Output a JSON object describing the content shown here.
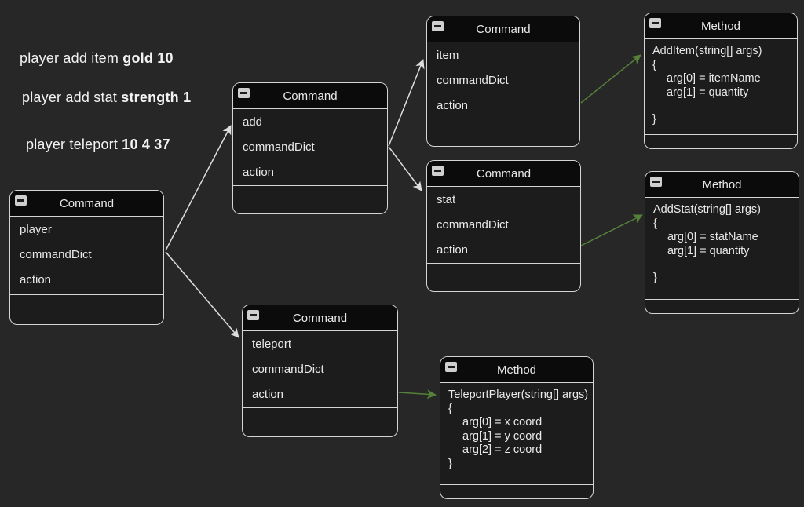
{
  "canvas": {
    "background": "#272727"
  },
  "colors": {
    "page_background": "#272727",
    "node_header": "#0b0b0b",
    "node_body": "#1c1c1c",
    "node_border": "#d5d5d5",
    "text": "#e9e9e9",
    "arrow_white": "#dedede",
    "arrow_green": "#55803a"
  },
  "icons": {
    "collapse": "minus-in-square"
  },
  "examples": [
    {
      "text": "player add item ",
      "bold": "gold 10"
    },
    {
      "text": "player add stat ",
      "bold": "strength 1"
    },
    {
      "text": "player teleport ",
      "bold": "10 4 37"
    }
  ],
  "nodes": {
    "cmd_player": {
      "title": "Command",
      "rows": [
        "player",
        "commandDict",
        "action"
      ]
    },
    "cmd_add": {
      "title": "Command",
      "rows": [
        "add",
        "commandDict",
        "action"
      ]
    },
    "cmd_item": {
      "title": "Command",
      "rows": [
        "item",
        "commandDict",
        "action"
      ]
    },
    "cmd_stat": {
      "title": "Command",
      "rows": [
        "stat",
        "commandDict",
        "action"
      ]
    },
    "cmd_teleport": {
      "title": "Command",
      "rows": [
        "teleport",
        "commandDict",
        "action"
      ]
    },
    "method_additem": {
      "title": "Method",
      "signature": "AddItem(string[] args)",
      "open_brace": "{",
      "args": [
        "arg[0] = itemName",
        "arg[1] = quantity"
      ],
      "close_brace": "}"
    },
    "method_addstat": {
      "title": "Method",
      "signature": "AddStat(string[] args)",
      "open_brace": "{",
      "args": [
        "arg[0] = statName",
        "arg[1] = quantity"
      ],
      "close_brace": "}"
    },
    "method_teleport": {
      "title": "Method",
      "signature": "TeleportPlayer(string[] args)",
      "open_brace": "{",
      "args": [
        "arg[0] = x coord",
        "arg[1] = y coord",
        "arg[2] = z coord"
      ],
      "close_brace": "}"
    }
  },
  "edges": [
    {
      "from": "cmd_player",
      "to": "cmd_add",
      "color": "#dedede"
    },
    {
      "from": "cmd_player",
      "to": "cmd_teleport",
      "color": "#dedede"
    },
    {
      "from": "cmd_add",
      "to": "cmd_item",
      "color": "#dedede"
    },
    {
      "from": "cmd_add",
      "to": "cmd_stat",
      "color": "#dedede"
    },
    {
      "from": "cmd_item",
      "to": "method_additem",
      "color": "#55803a"
    },
    {
      "from": "cmd_stat",
      "to": "method_addstat",
      "color": "#55803a"
    },
    {
      "from": "cmd_teleport",
      "to": "method_teleport",
      "color": "#55803a"
    }
  ]
}
